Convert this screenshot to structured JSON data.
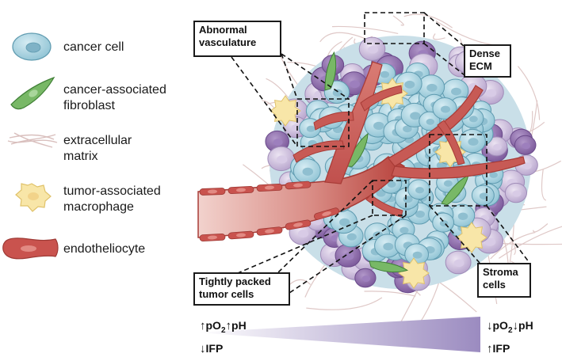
{
  "legend": {
    "cancer_cell": "cancer cell",
    "fibroblast_line1": "cancer-associated",
    "fibroblast_line2": "fibroblast",
    "ecm_line1": "extracellular",
    "ecm_line2": "matrix",
    "macrophage_line1": "tumor-associated",
    "macrophage_line2": "macrophage",
    "endotheliocyte": "endotheliocyte"
  },
  "callouts": {
    "abnormal_vasculature": "Abnormal\nvasculature",
    "dense_ecm": "Dense\nECM",
    "tightly_packed": "Tightly packed\ntumor cells",
    "stroma_cells": "Stroma\ncells"
  },
  "gradient": {
    "left_top_arrow1": "↑",
    "left_top_po": "pO",
    "left_top_sub": "2",
    "left_top_arrow2": "↑",
    "left_top_ph": "pH",
    "left_bottom_arrow": "↓",
    "left_bottom_ifp": "IFP",
    "right_top_arrow1": "↓",
    "right_top_po": "pO",
    "right_top_sub": "2",
    "right_top_arrow2": "↓",
    "right_top_ph": "pH",
    "right_bottom_arrow": "↑",
    "right_bottom_ifp": "IFP"
  },
  "colors": {
    "cancer_cell": "#a9d3e0",
    "cancer_cell_nucleus": "#7fb7cb",
    "stroma_cell": "#cdbfdc",
    "stroma_cell_dark": "#8a68a8",
    "fibroblast": "#6fae5f",
    "macrophage": "#f7e3a1",
    "vessel": "#c0504d",
    "vessel_light": "#e9b7b2",
    "ecm": "#d9bfbd",
    "gradient_end": "#9b8bc0"
  }
}
